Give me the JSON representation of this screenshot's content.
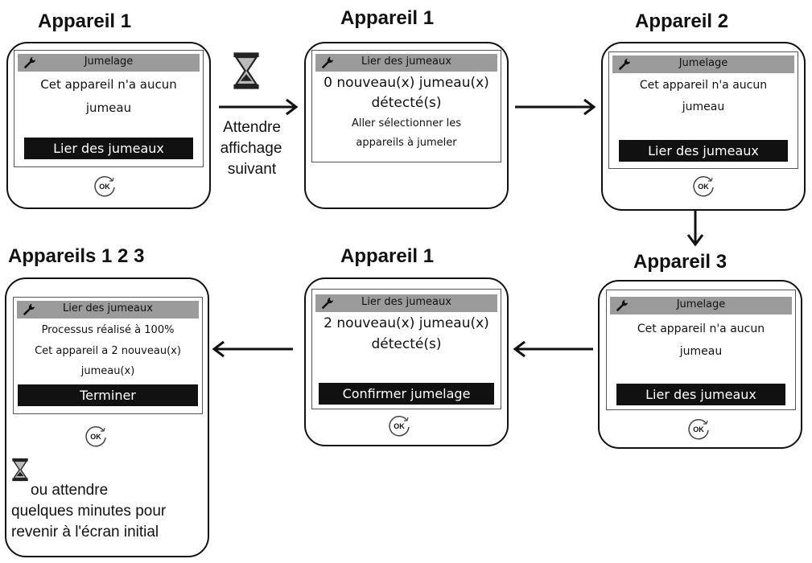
{
  "steps": {
    "s1": {
      "label": "Appareil 1",
      "header": "Jumelage",
      "lines": [
        "Cet appareil n'a aucun",
        "jumeau"
      ],
      "button": "Lier des jumeaux"
    },
    "s2": {
      "label": "Appareil 1",
      "header": "Lier des jumeaux",
      "lines": [
        "0 nouveau(x) jumeau(x)",
        "détecté(s)",
        "Aller sélectionner les",
        "appareils à jumeler"
      ]
    },
    "s3": {
      "label": "Appareil 2",
      "header": "Jumelage",
      "lines": [
        "Cet appareil n'a aucun",
        "jumeau"
      ],
      "button": "Lier des jumeaux"
    },
    "s4": {
      "label": "Appareil 3",
      "header": "Jumelage",
      "lines": [
        "Cet appareil n'a aucun",
        "jumeau"
      ],
      "button": "Lier des jumeaux"
    },
    "s5": {
      "label": "Appareil 1",
      "header": "Lier des jumeaux",
      "lines": [
        "2 nouveau(x) jumeau(x)",
        "détecté(s)"
      ],
      "button": "Confirmer jumelage"
    },
    "s6": {
      "label": "Appareils 1 2 3",
      "header": "Lier des jumeaux",
      "lines": [
        "Processus réalisé à 100%",
        "Cet appareil a 2 nouveau(x)",
        "jumeau(x)"
      ],
      "button": "Terminer"
    }
  },
  "ok_label": "OK",
  "wait_note": [
    "Attendre",
    "affichage",
    "suivant"
  ],
  "final_note": [
    "ou attendre",
    "quelques minutes pour",
    "revenir à l'écran initial"
  ],
  "icons": {
    "wrench": "wrench-icon",
    "hourglass": "hourglass-icon",
    "ok": "ok-button-icon"
  }
}
